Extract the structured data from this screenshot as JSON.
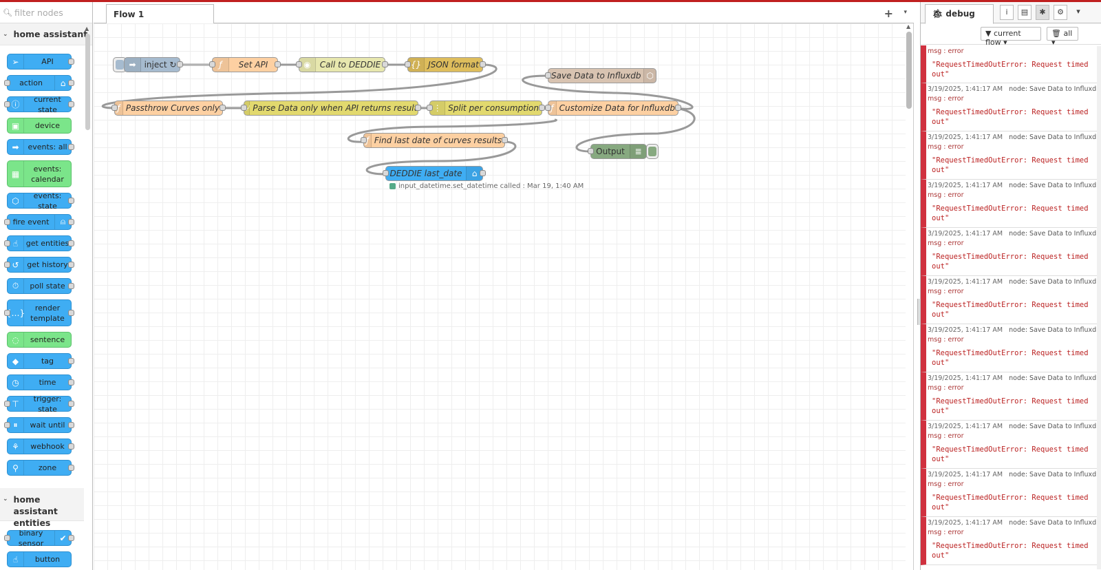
{
  "palette": {
    "search_placeholder": "filter nodes",
    "category1": "home assistant",
    "category2": "home assistant entities",
    "nodes": [
      {
        "label": "API"
      },
      {
        "label": "action"
      },
      {
        "label": "current state"
      },
      {
        "label": "device"
      },
      {
        "label": "events: all"
      },
      {
        "label": "events: calendar"
      },
      {
        "label": "events: state"
      },
      {
        "label": "fire event"
      },
      {
        "label": "get entities"
      },
      {
        "label": "get history"
      },
      {
        "label": "poll state"
      },
      {
        "label": "render template"
      },
      {
        "label": "sentence"
      },
      {
        "label": "tag"
      },
      {
        "label": "time"
      },
      {
        "label": "trigger: state"
      },
      {
        "label": "wait until"
      },
      {
        "label": "webhook"
      },
      {
        "label": "zone"
      }
    ],
    "entity_nodes": [
      {
        "label": "binary sensor"
      },
      {
        "label": "button"
      }
    ]
  },
  "workspace": {
    "tab_label": "Flow 1",
    "add_label": "+",
    "menu_label": "▾"
  },
  "flow": {
    "inject": "inject ↻",
    "set_api": "Set API",
    "call_deddie": "Call to DEDDIE",
    "json_format": "JSON format",
    "save_influx": "Save Data to Influxdb",
    "passthrow": "Passthrow Curves only",
    "parse_data": "Parse Data only when API returns result",
    "split": "Split per consumption",
    "customize": "Customize Data for Influxdb",
    "output": "Output",
    "find_last": "Find last date of curves results",
    "deddie_last": "DEDDIE last_date",
    "status": "input_datetime.set_datetime called : Mar 19, 1:40 AM",
    "status_color": "#55aa88"
  },
  "sidebar": {
    "tab_label": "debug",
    "filter_label": "current flow",
    "clear_label": "all",
    "first_topic": "msg : error",
    "first_value": "\"RequestTimedOutError: Request timed out\"",
    "messages": [
      {
        "time": "3/19/2025, 1:41:17 AM",
        "node": "node: Save Data to Influxdb",
        "topic": "msg : error",
        "value": "\"RequestTimedOutError: Request timed out\""
      },
      {
        "time": "3/19/2025, 1:41:17 AM",
        "node": "node: Save Data to Influxdb",
        "topic": "msg : error",
        "value": "\"RequestTimedOutError: Request timed out\""
      },
      {
        "time": "3/19/2025, 1:41:17 AM",
        "node": "node: Save Data to Influxdb",
        "topic": "msg : error",
        "value": "\"RequestTimedOutError: Request timed out\""
      },
      {
        "time": "3/19/2025, 1:41:17 AM",
        "node": "node: Save Data to Influxdb",
        "topic": "msg : error",
        "value": "\"RequestTimedOutError: Request timed out\""
      },
      {
        "time": "3/19/2025, 1:41:17 AM",
        "node": "node: Save Data to Influxdb",
        "topic": "msg : error",
        "value": "\"RequestTimedOutError: Request timed out\""
      },
      {
        "time": "3/19/2025, 1:41:17 AM",
        "node": "node: Save Data to Influxdb",
        "topic": "msg : error",
        "value": "\"RequestTimedOutError: Request timed out\""
      },
      {
        "time": "3/19/2025, 1:41:17 AM",
        "node": "node: Save Data to Influxdb",
        "topic": "msg : error",
        "value": "\"RequestTimedOutError: Request timed out\""
      },
      {
        "time": "3/19/2025, 1:41:17 AM",
        "node": "node: Save Data to Influxdb",
        "topic": "msg : error",
        "value": "\"RequestTimedOutError: Request timed out\""
      },
      {
        "time": "3/19/2025, 1:41:17 AM",
        "node": "node: Save Data to Influxdb",
        "topic": "msg : error",
        "value": "\"RequestTimedOutError: Request timed out\""
      },
      {
        "time": "3/19/2025, 1:41:17 AM",
        "node": "node: Save Data to Influxdb",
        "topic": "msg : error",
        "value": "\"RequestTimedOutError: Request timed out\""
      }
    ]
  },
  "colors": {
    "error_bar": "#d0313f",
    "ha_node": "#3fadf3",
    "function_node": "#fdd0a2"
  }
}
